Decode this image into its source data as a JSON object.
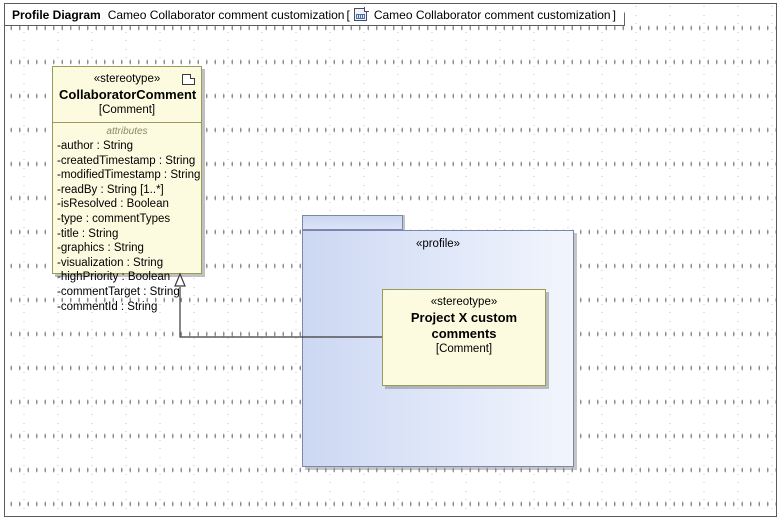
{
  "header": {
    "kind_label": "Profile Diagram",
    "diagram_name": "Cameo Collaborator comment customization",
    "open_bracket": "[",
    "close_bracket": "]",
    "context_name": "Cameo Collaborator comment customization",
    "icon": "profile-diagram-icon"
  },
  "canvas": {
    "grid": "dotted",
    "background_color": "#ffffff",
    "grid_dot_color": "#8a8a8a"
  },
  "nodes": {
    "collaborator_comment": {
      "stereotype": "«stereotype»",
      "name": "CollaboratorComment",
      "metaclass": "[Comment]",
      "corner_icon": "note-icon",
      "fill_color": "#fcfbdf",
      "border_color": "#9a9a5a",
      "compartments": [
        {
          "title": "attributes",
          "items": [
            "-author : String",
            "-createdTimestamp : String",
            "-modifiedTimestamp : String",
            "-readBy : String [1..*]",
            "-isResolved : Boolean",
            "-type : commentTypes",
            "-title : String",
            "-graphics : String",
            "-visualization : String",
            "-highPriority : Boolean",
            "-commentTarget : String",
            "-commentId : String"
          ]
        }
      ]
    },
    "project_x_comments": {
      "stereotype": "«stereotype»",
      "name": "Project X custom comments",
      "metaclass": "[Comment]",
      "fill_color": "#fcfbdf",
      "border_color": "#9a9a5a"
    },
    "profile_package": {
      "stereotype": "«profile»",
      "fill_color": "#d5def5",
      "border_color": "#7b87ad"
    }
  },
  "relationships": {
    "generalization": {
      "type": "generalization",
      "source": "Project X custom comments",
      "target": "CollaboratorComment",
      "arrowhead": "hollow-triangle",
      "line_color": "#3a3a3a"
    }
  }
}
